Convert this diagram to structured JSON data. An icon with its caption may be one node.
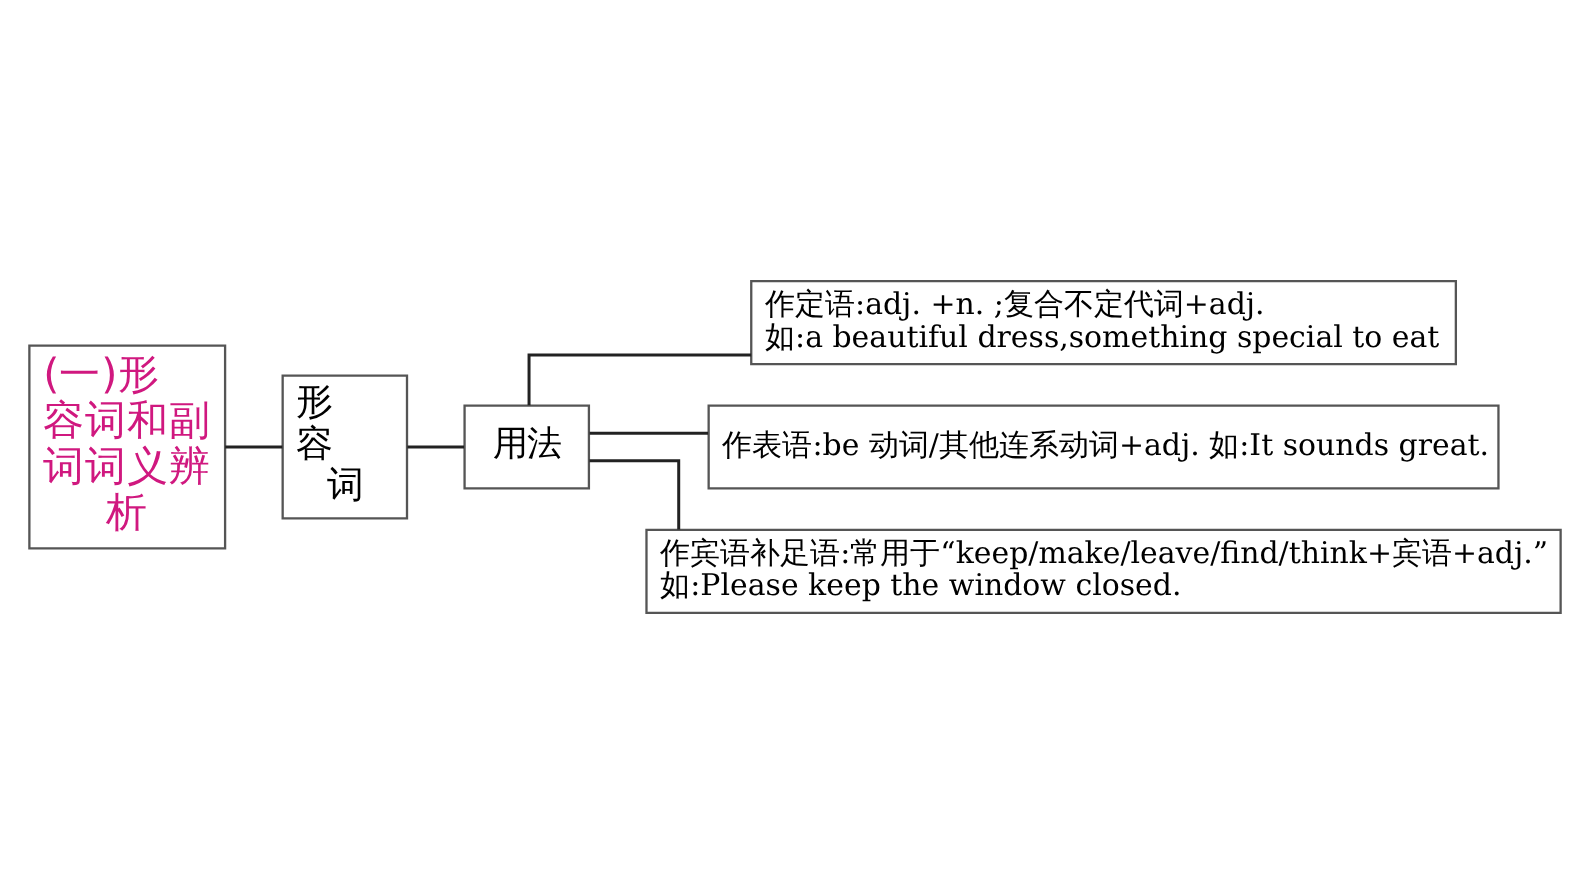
{
  "diagram": {
    "nodes": [
      {
        "text": [
          "(一)形容词和副词词义辨析"
        ]
      },
      {
        "text": [
          "形容词"
        ]
      },
      {
        "text": [
          "用法"
        ]
      },
      {
        "text": [
          "作定语:adj. +n. ;复合不定代词+adj.",
          "如:a beautiful dress,something special to eat"
        ]
      },
      {
        "text": [
          "作表语:be 动词/其他连系动词+adj. 如:It sounds great."
        ]
      },
      {
        "text": [
          "作宾语补足语:常用于“keep/make/leave/find/think+宾语+adj.”",
          "如:Please keep the window closed."
        ]
      }
    ],
    "edges": [
      {
        "from": 0,
        "to": 1,
        "arrow": "none"
      },
      {
        "from": 1,
        "to": 2,
        "arrow": "none"
      },
      {
        "from": 2,
        "to": 3,
        "arrow": "none"
      },
      {
        "from": 2,
        "to": 4,
        "arrow": "none"
      },
      {
        "from": 2,
        "to": 5,
        "arrow": "none"
      }
    ]
  }
}
